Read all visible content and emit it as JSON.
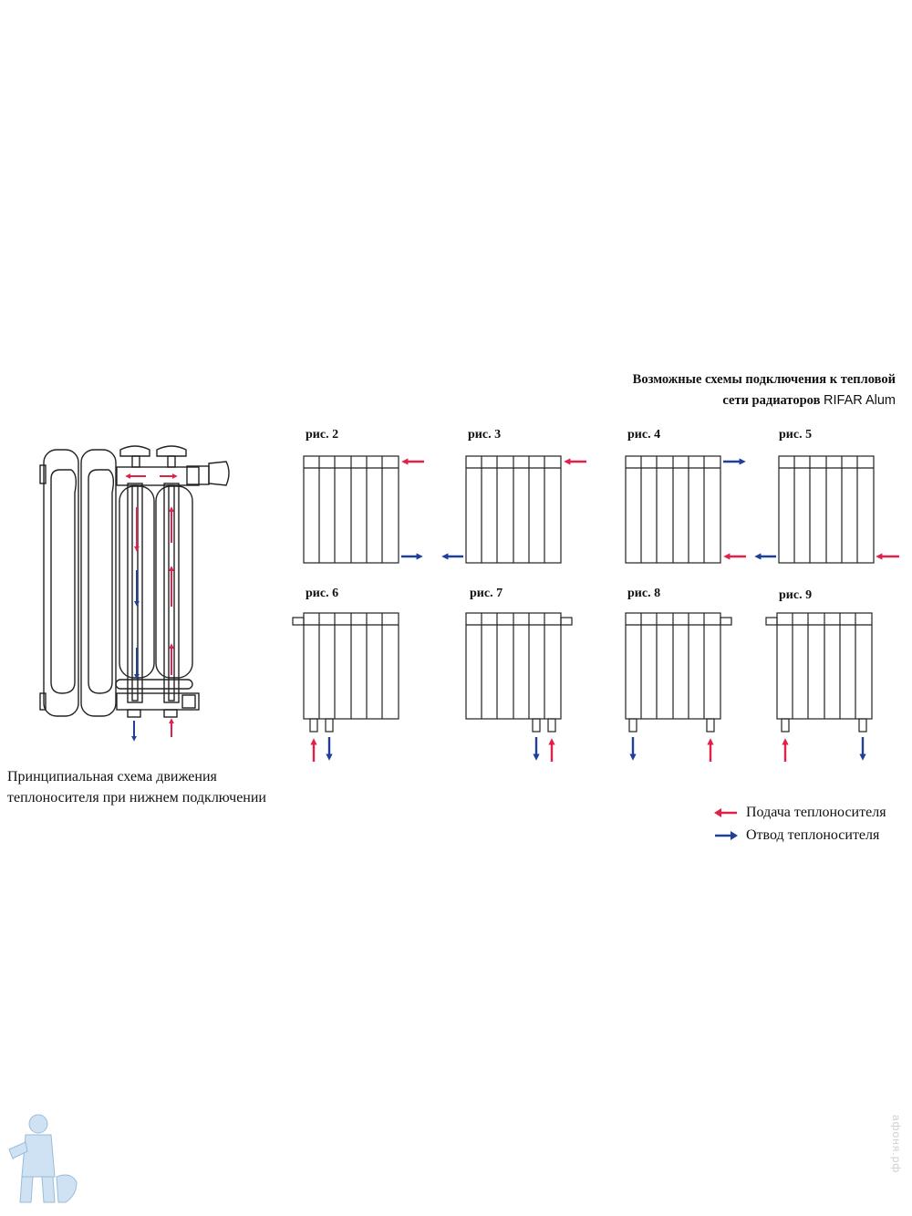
{
  "title": {
    "line1": "Возможные схемы подключения к тепловой",
    "line2_prefix": "сети радиаторов",
    "line2_brand": "RIFAR Alum"
  },
  "caption": {
    "line1": "Принципиальная схема движения",
    "line2": "теплоносителя при нижнем подключении"
  },
  "figures": [
    {
      "label": "рис. 2",
      "type": "side",
      "supply": "top-right",
      "return": "bottom-right"
    },
    {
      "label": "рис. 3",
      "type": "side",
      "supply": "top-right",
      "return": "bottom-left"
    },
    {
      "label": "рис. 4",
      "type": "side",
      "supply": "bottom-right",
      "return": "top-right"
    },
    {
      "label": "рис. 5",
      "type": "side",
      "supply": "bottom-right",
      "return": "bottom-left"
    },
    {
      "label": "рис. 6",
      "type": "bottom",
      "supply": "bottom-left",
      "return": "bottom-left-2"
    },
    {
      "label": "рис. 7",
      "type": "bottom",
      "supply": "bottom-right",
      "return": "bottom-right-2"
    },
    {
      "label": "рис. 8",
      "type": "bottom",
      "supply": "bottom-right",
      "return": "bottom-left"
    },
    {
      "label": "рис. 9",
      "type": "bottom",
      "supply": "bottom-left",
      "return": "bottom-right"
    }
  ],
  "legend": {
    "supply_label": "Подача теплоносителя",
    "return_label": "Отвод теплоносителя",
    "supply_color": "#e0224a",
    "return_color": "#1f3f9a"
  },
  "watermark": "афоня.рф",
  "icons": {
    "mascot": "plumber-mascot-icon"
  }
}
